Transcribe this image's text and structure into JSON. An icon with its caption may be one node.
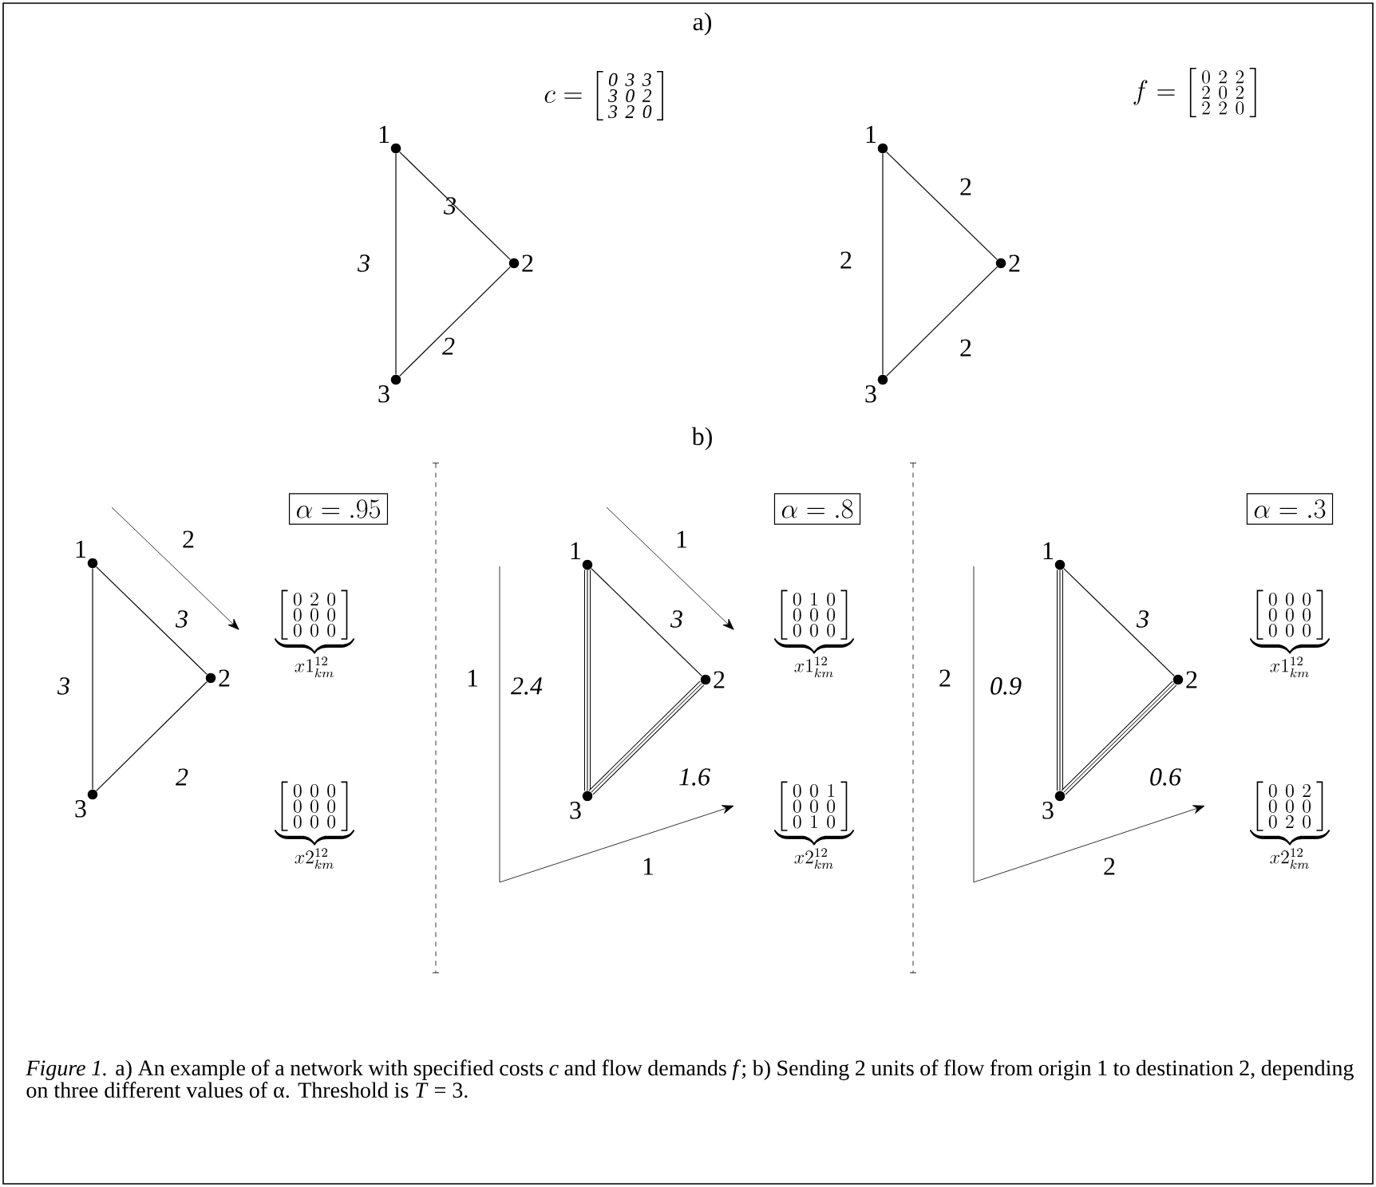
{
  "diagram": {
    "caption": "*Figure 1.* a) An example of a network with specified costs *c* and flow demands *f*; b) Sending 2 units of flow from origin 1 to destination 2, depending on three different values of α. Threshold is *T* = 3.",
    "nodes": [
      {
        "text": [
          "1"
        ]
      },
      {
        "text": [
          "2"
        ]
      },
      {
        "text": [
          "3"
        ]
      },
      {
        "text": [
          "1"
        ]
      },
      {
        "text": [
          "2"
        ]
      },
      {
        "text": [
          "3"
        ]
      },
      {
        "text": [
          "1"
        ]
      },
      {
        "text": [
          "2"
        ]
      },
      {
        "text": [
          "3"
        ]
      },
      {
        "text": [
          "1"
        ]
      },
      {
        "text": [
          "2"
        ]
      },
      {
        "text": [
          "3"
        ]
      },
      {
        "text": [
          "1"
        ]
      },
      {
        "text": [
          "2"
        ]
      },
      {
        "text": [
          "3"
        ]
      },
      {
        "text": [
          "\\alpha = .95"
        ]
      },
      {
        "text": [
          "\\alpha = .8"
        ]
      },
      {
        "text": [
          "\\alpha = .3"
        ]
      }
    ],
    "edges": [
      {
        "from": 0,
        "to": 1,
        "arrow": "none",
        "label": "3"
      },
      {
        "from": 0,
        "to": 2,
        "arrow": "none",
        "label": "3"
      },
      {
        "from": 2,
        "to": 1,
        "arrow": "none",
        "label": "2"
      },
      {
        "from": 3,
        "to": 4,
        "arrow": "none",
        "label": "2"
      },
      {
        "from": 3,
        "to": 5,
        "arrow": "none",
        "label": "2"
      },
      {
        "from": 5,
        "to": 4,
        "arrow": "none",
        "label": "2"
      },
      {
        "from": 6,
        "to": 7,
        "arrow": "none",
        "label": "3"
      },
      {
        "from": 6,
        "to": 8,
        "arrow": "none",
        "label": "3"
      },
      {
        "from": 8,
        "to": 7,
        "arrow": "none",
        "label": "2"
      },
      {
        "from": 9,
        "to": 10,
        "arrow": "none",
        "label": "3"
      },
      {
        "from": 9,
        "to": 11,
        "arrow": "none",
        "label": "2.4",
        "style": "thick"
      },
      {
        "from": 11,
        "to": 10,
        "arrow": "none",
        "label": "1.6",
        "style": "thick"
      },
      {
        "from": 12,
        "to": 13,
        "arrow": "none",
        "label": "3"
      },
      {
        "from": 12,
        "to": 14,
        "arrow": "none",
        "label": "0.9",
        "style": "thick"
      },
      {
        "from": 14,
        "to": 13,
        "arrow": "none",
        "label": "0.6",
        "style": "thick"
      }
    ],
    "labels": [
      "a)",
      "c = \\left[\\begin{smallmatrix}\\mathit{0}&\\mathit{3}&\\mathit{3}\\\\ \\mathit{3}&\\mathit{0}&\\mathit{2}\\\\ \\mathit{3}&\\mathit{2}&\\mathit{0}\\end{smallmatrix}\\right]",
      "f = \\left[\\begin{smallmatrix}0&2&2\\\\ 2&0&2\\\\ 2&2&0\\end{smallmatrix}\\right]",
      "b)",
      "2",
      "\\underbrace{\\left[\\begin{smallmatrix}0&2&0\\\\ 0&0&0\\\\ 0&0&0\\end{smallmatrix}\\right]}_{x1^{12}_{km}}",
      "\\underbrace{\\left[\\begin{smallmatrix}0&0&0\\\\ 0&0&0\\\\ 0&0&0\\end{smallmatrix}\\right]}_{x2^{12}_{km}}",
      "1",
      "1",
      "1",
      "\\underbrace{\\left[\\begin{smallmatrix}0&1&0\\\\ 0&0&0\\\\ 0&0&0\\end{smallmatrix}\\right]}_{x1^{12}_{km}}",
      "\\underbrace{\\left[\\begin{smallmatrix}0&0&1\\\\ 0&0&0\\\\ 0&1&0\\end{smallmatrix}\\right]}_{x2^{12}_{km}}",
      "2",
      "2",
      "\\underbrace{\\left[\\begin{smallmatrix}0&0&0\\\\ 0&0&0\\\\ 0&0&0\\end{smallmatrix}\\right]}_{x1^{12}_{km}}",
      "\\underbrace{\\left[\\begin{smallmatrix}0&0&2\\\\ 0&0&0\\\\ 0&2&0\\end{smallmatrix}\\right]}_{x2^{12}_{km}}"
    ]
  }
}
